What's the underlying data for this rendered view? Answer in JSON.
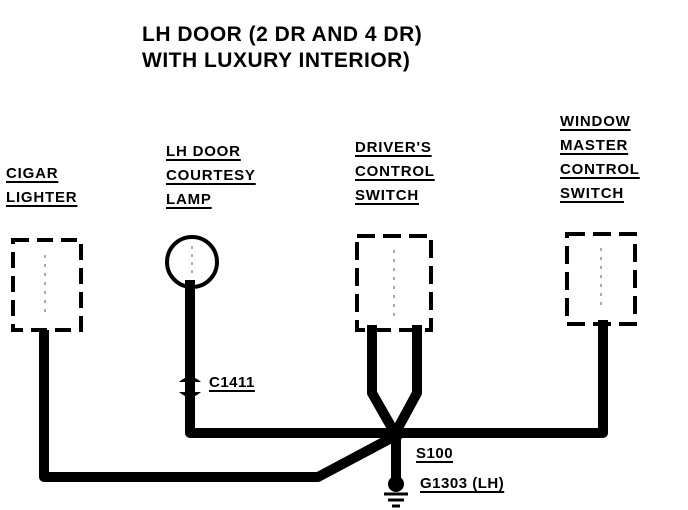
{
  "title": {
    "line1": "LH DOOR (2 DR AND 4 DR)",
    "line2": "WITH LUXURY INTERIOR)"
  },
  "components": {
    "cigar_lighter": [
      "CIGAR",
      "LIGHTER"
    ],
    "courtesy_lamp": [
      "LH DOOR",
      "COURTESY",
      "LAMP"
    ],
    "drivers_switch": [
      "DRIVER'S",
      "CONTROL",
      "SWITCH"
    ],
    "master_switch": [
      "WINDOW",
      "MASTER",
      "CONTROL",
      "SWITCH"
    ]
  },
  "connectors": {
    "c1411": "C1411",
    "s100": "S100",
    "g1303": "G1303 (LH)"
  }
}
